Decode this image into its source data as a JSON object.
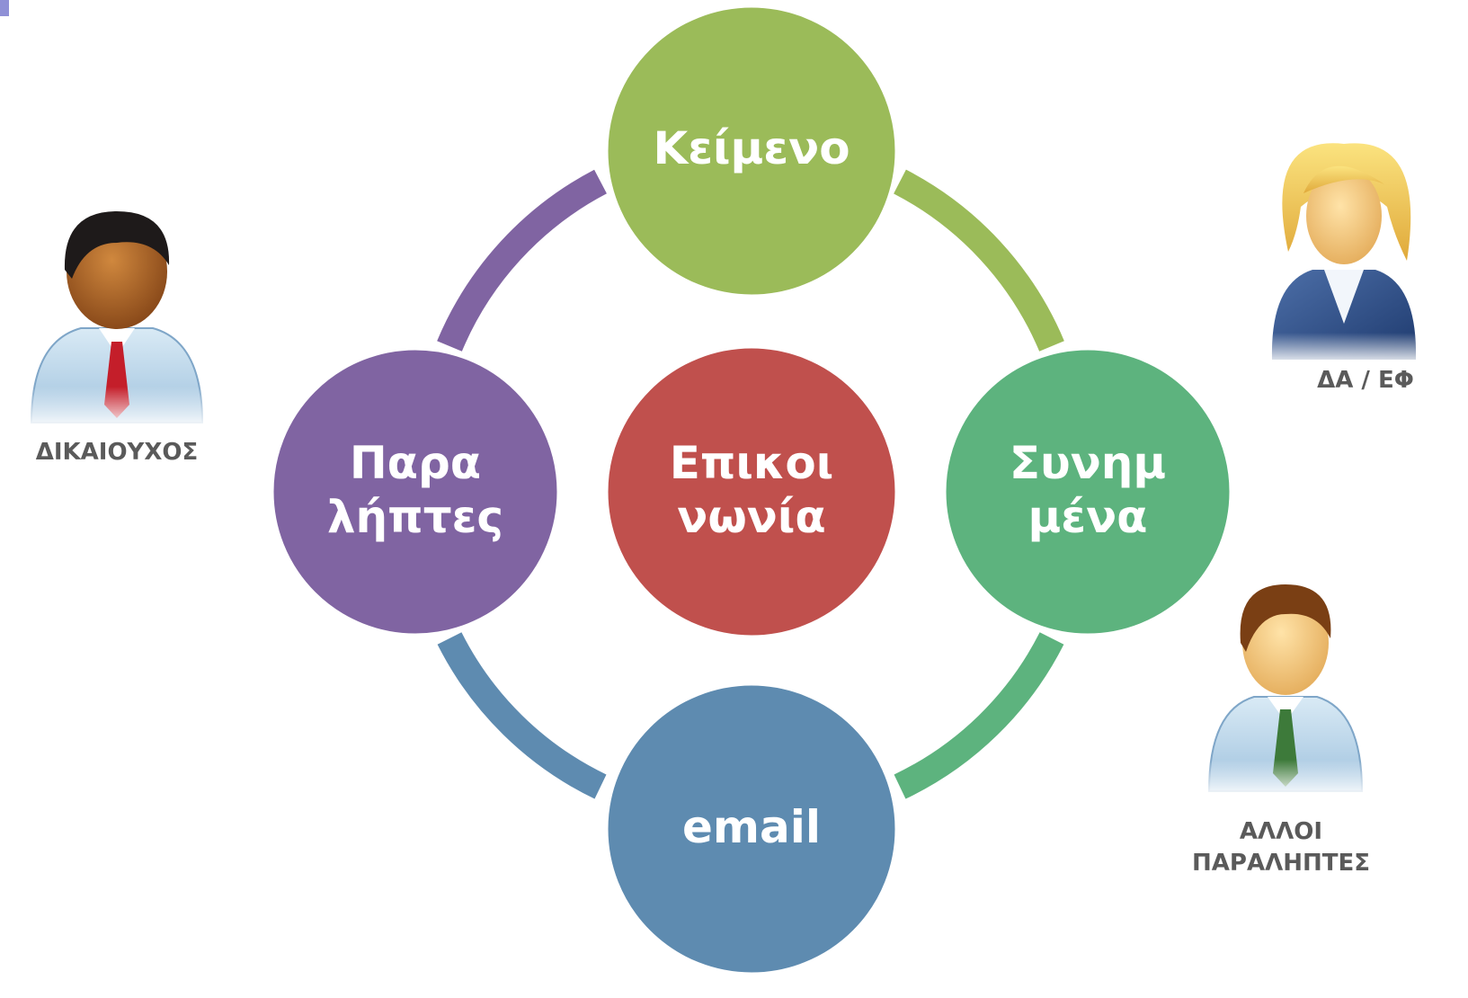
{
  "diagram": {
    "center": {
      "label": "Επικοι\nνωνία",
      "color": "#c0504d"
    },
    "nodes": {
      "top": {
        "label": "Κείμενο",
        "color": "#9bbb59"
      },
      "right": {
        "label": "Συνημ\nμένα",
        "color": "#5db37e"
      },
      "bottom": {
        "label": "email",
        "color": "#5e8bb0"
      },
      "left": {
        "label": "Παρα\nλήπτες",
        "color": "#8064a2"
      }
    },
    "arc_colors": {
      "top_right": "#9bbb59",
      "right_bottom": "#5db37e",
      "bottom_left": "#5e8bb0",
      "left_top": "#8064a2"
    }
  },
  "people": {
    "beneficiary": {
      "label": "ΔΙΚΑΙΟΥΧΟΣ",
      "icon": "person-red-tie-icon"
    },
    "authority": {
      "label": "ΔΑ / ΕΦ",
      "icon": "person-woman-icon"
    },
    "others": {
      "label": "ΑΛΛΟΙ\nΠΑΡΑΛΗΠΤΕΣ",
      "icon": "person-green-tie-icon"
    }
  }
}
